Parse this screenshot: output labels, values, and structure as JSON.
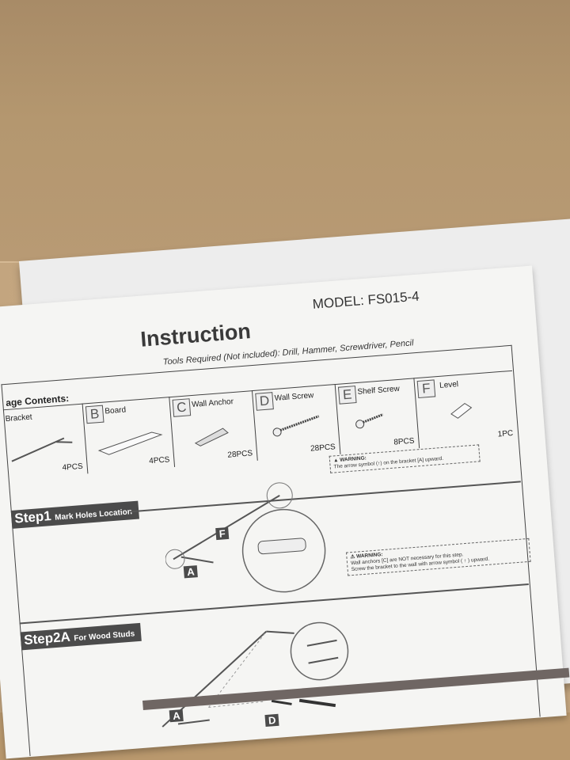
{
  "sheet": {
    "title": "Instruction",
    "model": "MODEL: FS015-4",
    "tools": "Tools Required (Not included): Drill, Hammer, Screwdriver, Pencil",
    "contents_label": "age Contents:",
    "parts": [
      {
        "letter": "",
        "name": "Bracket",
        "qty": "4PCS"
      },
      {
        "letter": "B",
        "name": "Board",
        "qty": "4PCS"
      },
      {
        "letter": "C",
        "name": "Wall Anchor",
        "qty": "28PCS"
      },
      {
        "letter": "D",
        "name": "Wall Screw",
        "qty": "28PCS"
      },
      {
        "letter": "E",
        "name": "Shelf Screw",
        "qty": "8PCS"
      },
      {
        "letter": "F",
        "name": "Level",
        "qty": "1PC"
      }
    ],
    "warning1_title": "WARNING:",
    "warning1_text": "The arrow symbol (↑) on the bracket [A] upward.",
    "step1": {
      "label": "Step1",
      "desc": "Mark Holes Location",
      "callout_a": "A",
      "callout_f": "F"
    },
    "warning2_title": "WARNING:",
    "warning2_line1": "Wall anchors [C] are NOT necessary for this step.",
    "warning2_line2": "Screw the bracket to the wall with arrow symbol",
    "warning2_arrow": "( ↑ )",
    "warning2_upward": "upward.",
    "step2a": {
      "label": "Step2A",
      "desc": "For Wood Studs",
      "callout_a": "A",
      "callout_d": "D"
    }
  },
  "colors": {
    "cardboard": "#c4a57e",
    "paper": "#f5f5f3",
    "label_bg": "#4b4b4b"
  }
}
